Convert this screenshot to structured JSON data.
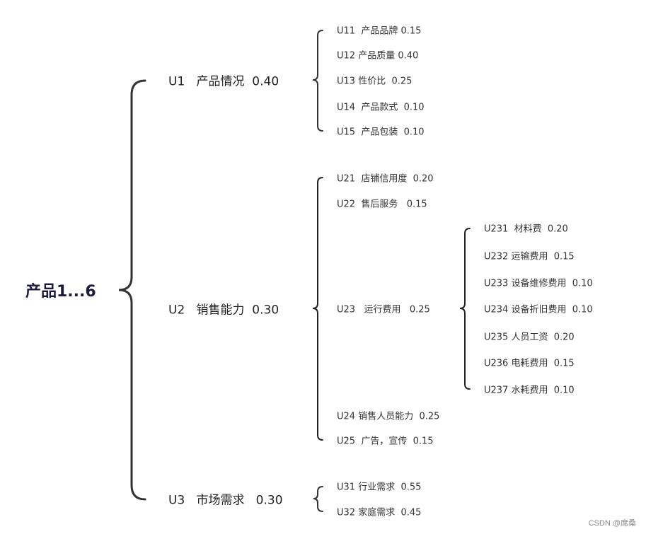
{
  "root": {
    "label": "产品1...6"
  },
  "level1": [
    {
      "label": "U1   产品情况  0.40"
    },
    {
      "label": "U2   销售能力  0.30"
    },
    {
      "label": "U3   市场需求   0.30"
    }
  ],
  "u1_children": [
    {
      "label": "U11  产品品牌 0.15"
    },
    {
      "label": "U12 产品质量 0.40"
    },
    {
      "label": "U13 性价比  0.25"
    },
    {
      "label": "U14  产品款式  0.10"
    },
    {
      "label": "U15  产品包装  0.10"
    }
  ],
  "u2_children": [
    {
      "label": "U21  店铺信用度  0.20"
    },
    {
      "label": "U22  售后服务   0.15"
    },
    {
      "label": "U23   运行费用   0.25"
    },
    {
      "label": "U24 销售人员能力  0.25"
    },
    {
      "label": "U25  广告，宣传  0.15"
    }
  ],
  "u23_children": [
    {
      "label": "U231  材料费  0.20"
    },
    {
      "label": "U232 运输费用  0.15"
    },
    {
      "label": "U233 设备维修费用  0.10"
    },
    {
      "label": "U234 设备折旧费用  0.10"
    },
    {
      "label": "U235 人员工资  0.20"
    },
    {
      "label": "U236 电耗费用  0.15"
    },
    {
      "label": "U237 水耗费用  0.10"
    }
  ],
  "u3_children": [
    {
      "label": "U31 行业需求  0.55"
    },
    {
      "label": "U32 家庭需求  0.45"
    }
  ],
  "watermark": "CSDN @席桑",
  "colors": {
    "brace": "#333333",
    "root_text": "#1a1a3a",
    "text": "#333333"
  }
}
